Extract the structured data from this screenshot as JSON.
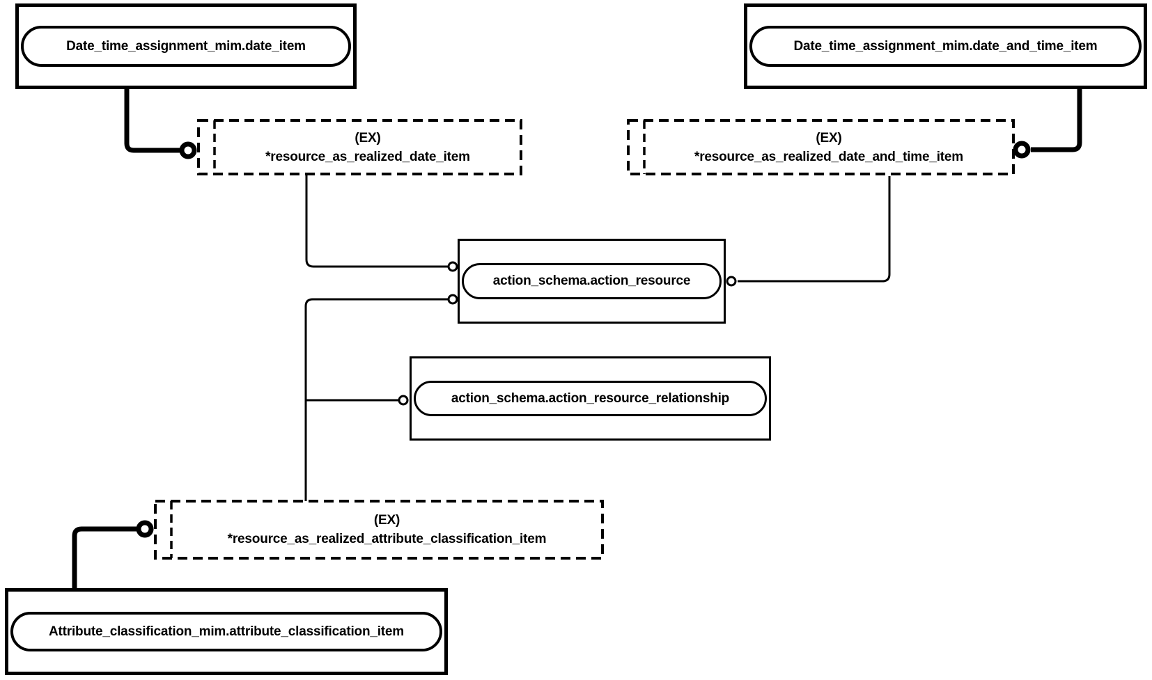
{
  "diagram": {
    "type": "express-g-schema-diagram",
    "colors": {
      "line": "#000000",
      "background": "#ffffff"
    },
    "nodes": {
      "date_item": {
        "label": "Date_time_assignment_mim.date_item"
      },
      "date_and_time_item": {
        "label": "Date_time_assignment_mim.date_and_time_item"
      },
      "action_resource": {
        "label": "action_schema.action_resource"
      },
      "action_resource_relationship": {
        "label": "action_schema.action_resource_relationship"
      },
      "attribute_classification_item": {
        "label": "Attribute_classification_mim.attribute_classification_item"
      },
      "resource_as_realized_date_item": {
        "tag": "(EX)",
        "label": "*resource_as_realized_date_item"
      },
      "resource_as_realized_date_and_time_item": {
        "tag": "(EX)",
        "label": "*resource_as_realized_date_and_time_item"
      },
      "resource_as_realized_attribute_classification_item": {
        "tag": "(EX)",
        "label": "*resource_as_realized_attribute_classification_item"
      }
    }
  }
}
